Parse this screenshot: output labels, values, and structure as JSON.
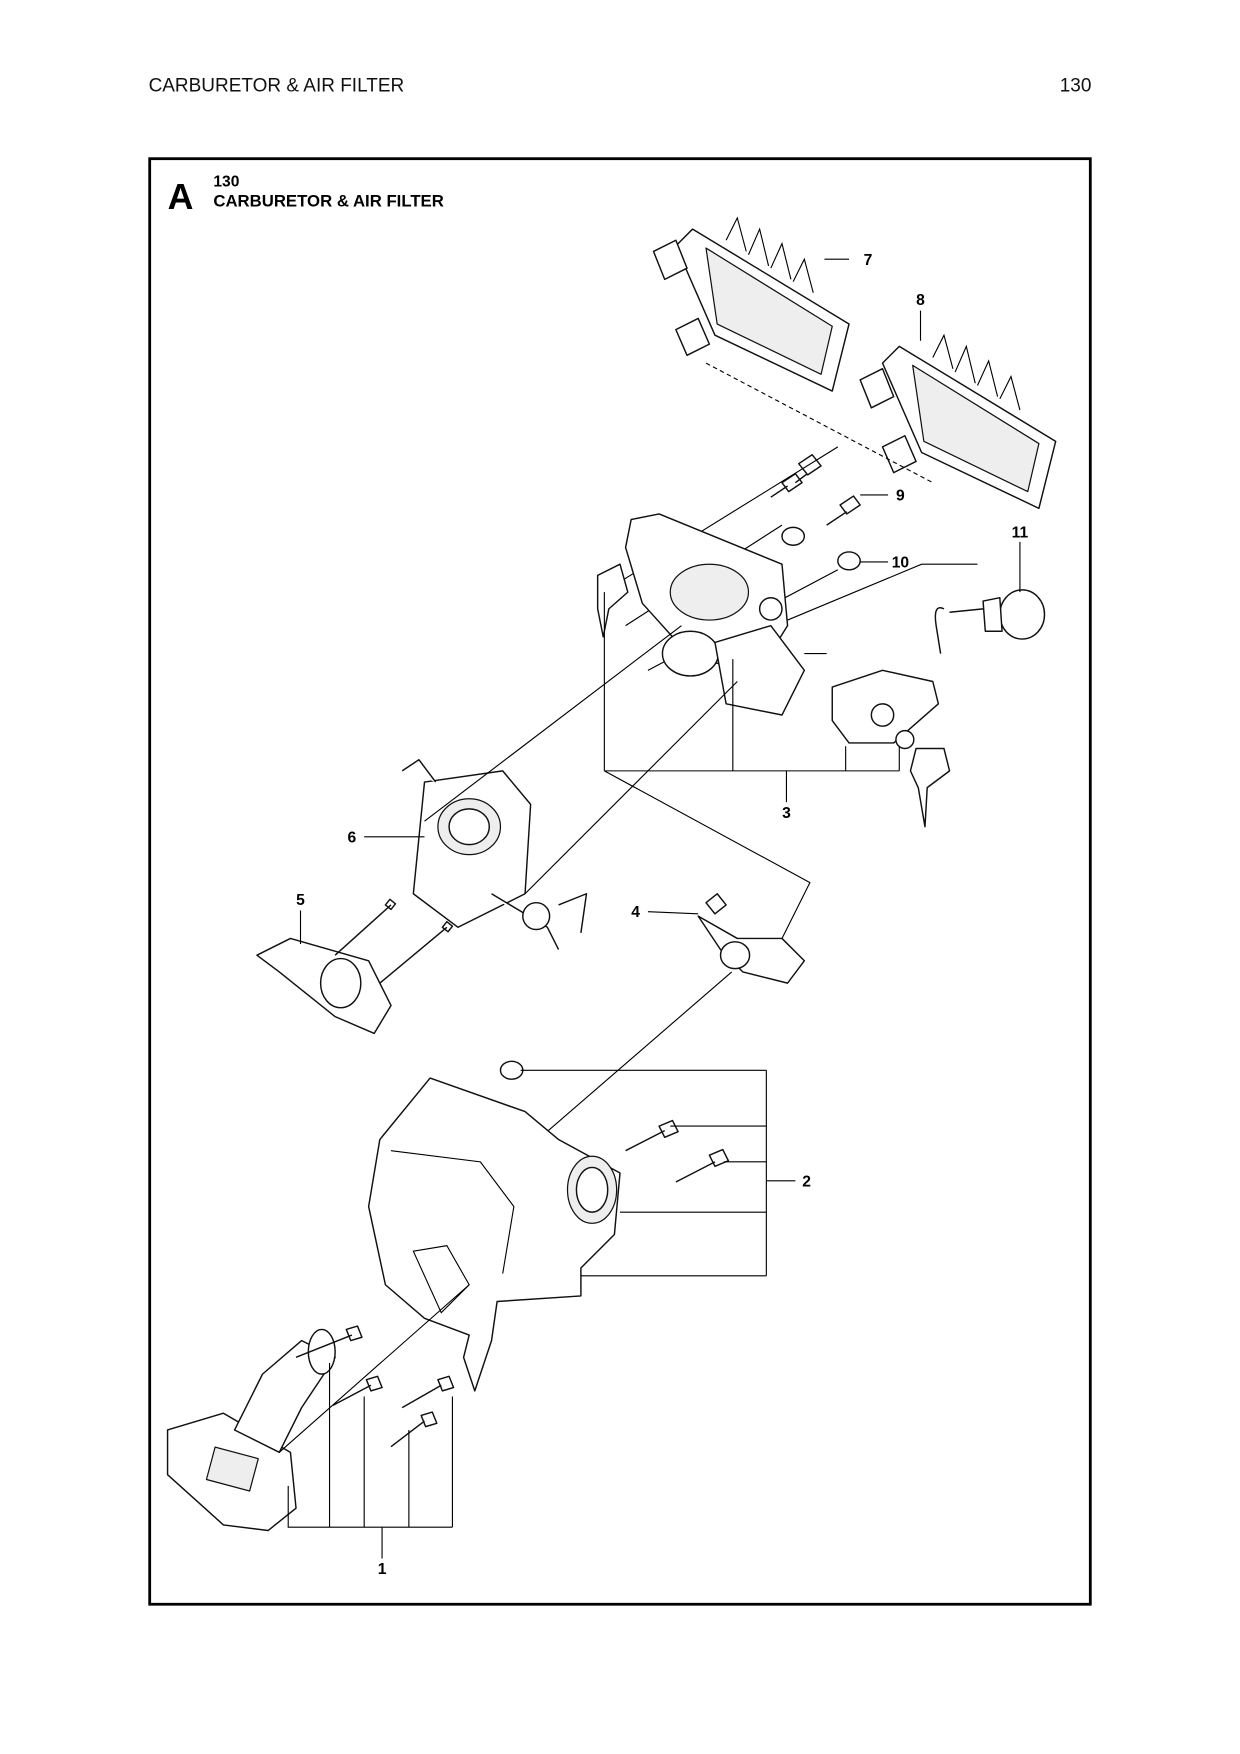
{
  "header": {
    "section_title": "CARBURETOR & AIR FILTER",
    "page_number": "130"
  },
  "diagram": {
    "letter": "A",
    "number": "130",
    "title": "CARBURETOR & AIR FILTER",
    "callouts": {
      "c1": "1",
      "c2": "2",
      "c3": "3",
      "c4": "4",
      "c5": "5",
      "c6": "6",
      "c7": "7",
      "c8": "8",
      "c9": "9",
      "c10": "10",
      "c11": "11"
    }
  }
}
